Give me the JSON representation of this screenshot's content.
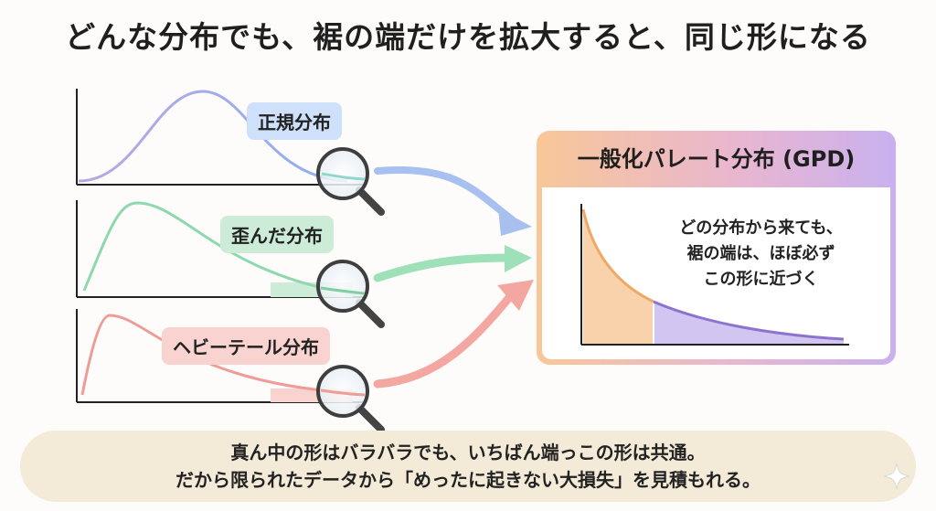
{
  "title": "どんな分布でも、裾の端だけを拡大すると、同じ形になる",
  "distributions": [
    {
      "label": "正規分布",
      "color": "#8fb0ee"
    },
    {
      "label": "歪んだ分布",
      "color": "#8ed8ad"
    },
    {
      "label": "ヘビーテール分布",
      "color": "#ee9c96"
    }
  ],
  "gpd": {
    "title": "一般化パレート分布 (GPD)",
    "note": [
      "どの分布から来ても、",
      "裾の端は、ほぼ必ず",
      "この形に近づく"
    ],
    "colors": {
      "orange": "#f8d2ab",
      "purple": "#d3c5f1",
      "curve_left": "#f0a868",
      "curve_right": "#8d72cf"
    }
  },
  "bottom": {
    "line1": "真ん中の形はバラバラでも、いちばん端っこの形は共通。",
    "line2": "だから限られたデータから「めったに起きない大損失」を見積もれる。"
  },
  "icons": [
    "magnifier-icon",
    "sparkle-icon"
  ]
}
